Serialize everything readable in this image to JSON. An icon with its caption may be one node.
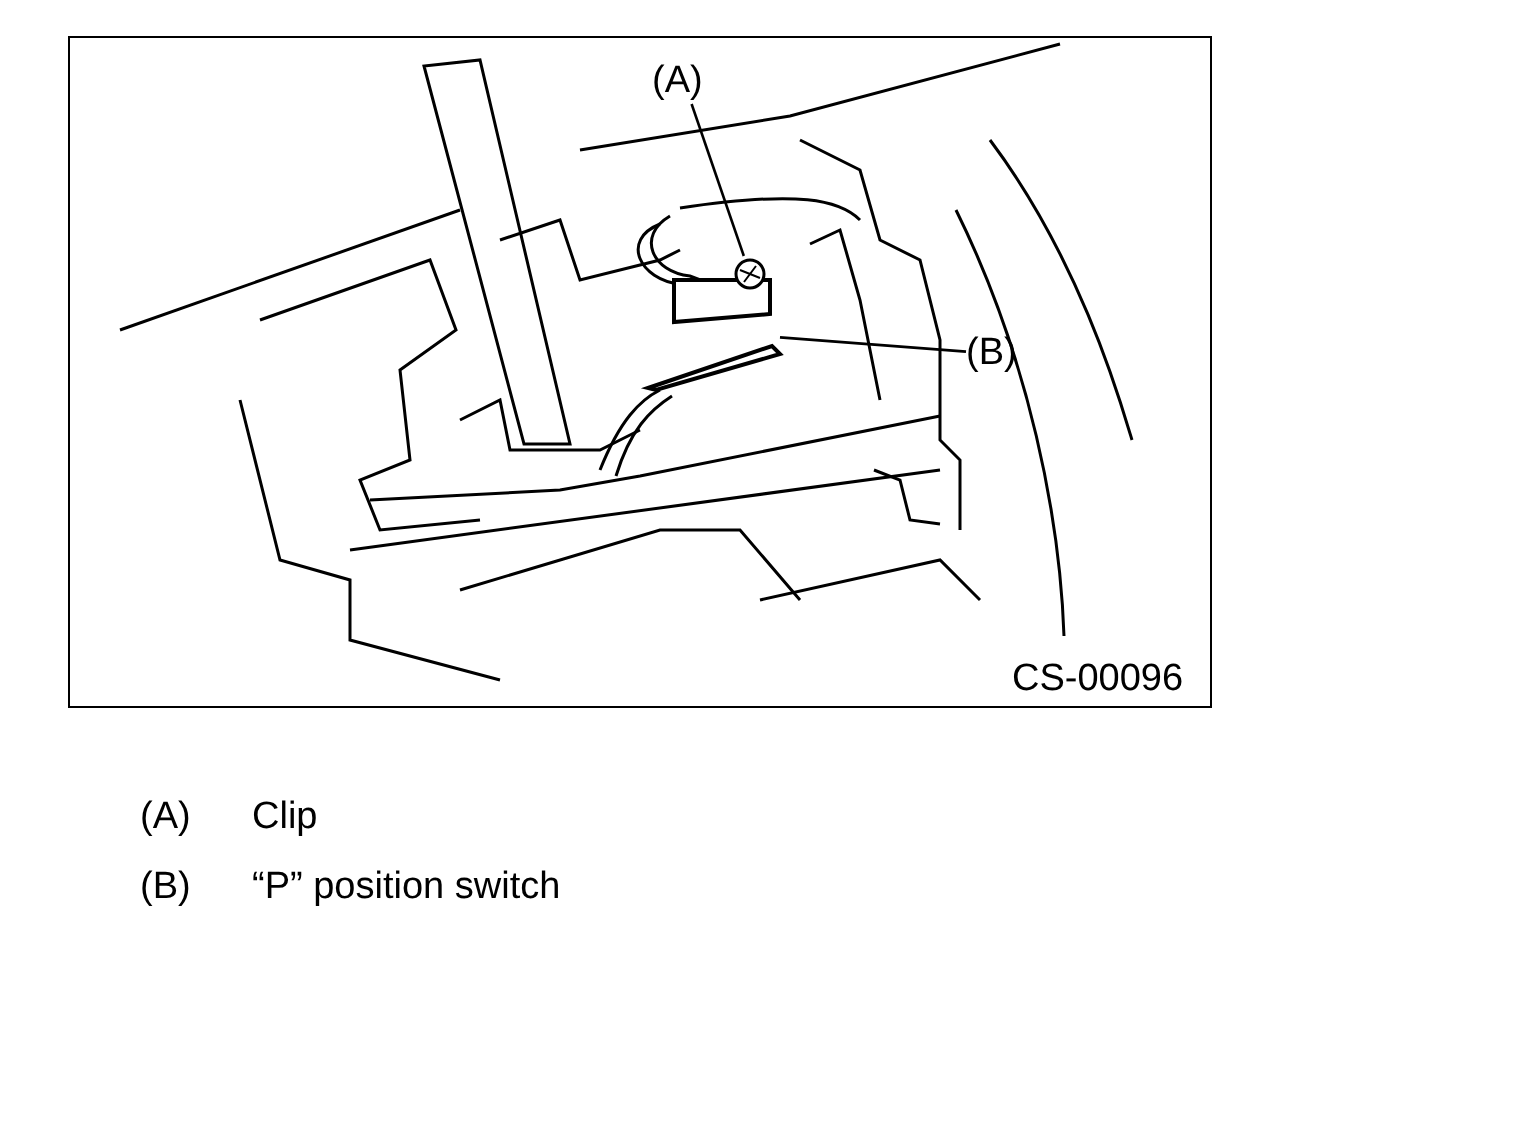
{
  "diagram": {
    "nodes": [
      {
        "text": [
          "(A)"
        ]
      },
      {
        "text": [],
        "shape": "picture"
      },
      {
        "text": [
          "(B)"
        ]
      },
      {
        "text": [],
        "shape": "picture"
      }
    ],
    "edges": [
      {
        "from": 0,
        "to": 1,
        "arrow": "none"
      },
      {
        "from": 2,
        "to": 3,
        "arrow": "none"
      }
    ],
    "labels": [
      "CS-00096",
      "(A)",
      "Clip",
      "(B)",
      "“P” position switch"
    ]
  }
}
